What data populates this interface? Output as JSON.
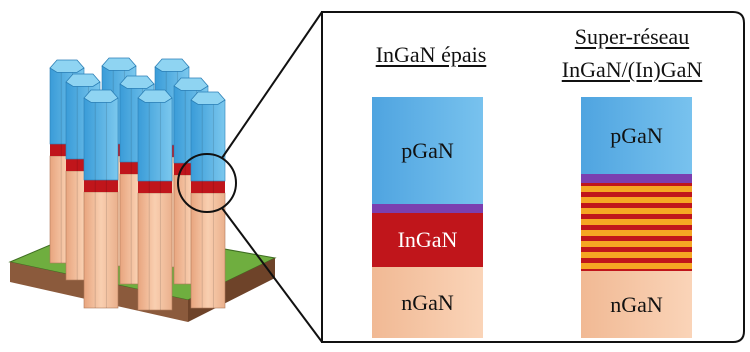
{
  "panel_thick": {
    "title": "InGaN épais",
    "layers": [
      "pGaN",
      "InGaN",
      "nGaN"
    ]
  },
  "panel_superlattice": {
    "title_line1": "Super-réseau",
    "title_line2": "InGaN/(In)GaN",
    "layers": [
      "pGaN",
      "nGaN"
    ]
  },
  "colors": {
    "pgan": "#5aaee6",
    "ingan": "#c0151b",
    "ebl": "#7b3fb0",
    "ngan": "#f7c6a2",
    "superlattice_light": "#f5a623",
    "superlattice_dark": "#c0151b",
    "substrate_top": "#6fae3f",
    "substrate_side": "#8b5a3c"
  },
  "icons": [
    "magnify-circle"
  ]
}
